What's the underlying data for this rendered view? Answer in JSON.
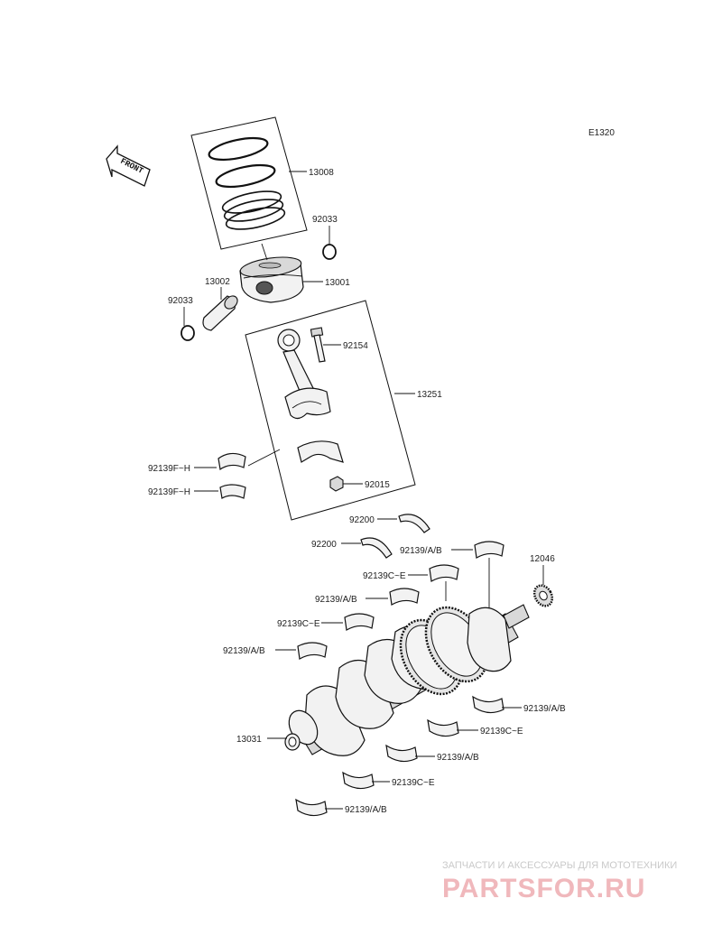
{
  "diagram_code": "E1320",
  "front_label": "FRONT",
  "part_labels": {
    "p13008": "13008",
    "p92033a": "92033",
    "p13002": "13002",
    "p13001": "13001",
    "p92033b": "92033",
    "p92154": "92154",
    "p13251": "13251",
    "p92139FH1": "92139F~H",
    "p92139FH2": "92139F~H",
    "p92015": "92015",
    "p92200a": "92200",
    "p92200b": "92200",
    "p92139AB1": "92139/A/B",
    "p12046": "12046",
    "p92139CE1": "92139C~E",
    "p92139AB2": "92139/A/B",
    "p92139CE2": "92139C~E",
    "p92139AB3": "92139/A/B",
    "p13031": "13031",
    "p92139AB4": "92139/A/B",
    "p92139CE3": "92139C~E",
    "p92139AB5": "92139/A/B",
    "p92139CE4": "92139C~E",
    "p92139AB6": "92139/A/B"
  },
  "watermark": {
    "tagline": "ЗАПЧАСТИ И АКСЕССУАРЫ ДЛЯ МОТОТЕХНИКИ",
    "brand": "PARTSFOR.RU"
  }
}
